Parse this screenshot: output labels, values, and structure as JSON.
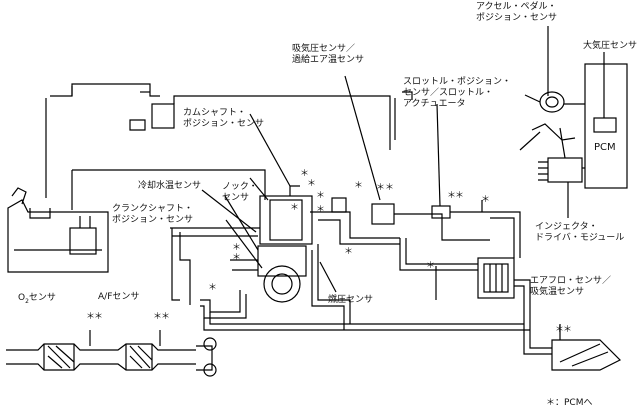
{
  "labels": {
    "accelerator_sensor": [
      "アクセル・ペダル・",
      "ポジション・センサ"
    ],
    "baro_sensor": "大気圧センサ",
    "pcm": "PCM",
    "map_sensor": [
      "吸気圧センサ／",
      "過給エア温センサ"
    ],
    "throttle_sensor": [
      "スロットル・ポジション・",
      "センサ／スロットル・",
      "アクチュエータ"
    ],
    "camshaft_sensor": [
      "カムシャフト・",
      "ポジション・センサ"
    ],
    "coolant_sensor": "冷却水温センサ",
    "knock_sensor": [
      "ノック・",
      "センサ"
    ],
    "crankshaft_sensor": [
      "クランクシャフト・",
      "ポジション・センサ"
    ],
    "injector_driver": [
      "インジェクタ・",
      "ドライバ・モジュール"
    ],
    "fuel_pressure_sensor": "燃圧センサ",
    "o2_sensor_prefix": "O",
    "o2_sensor_sub": "2",
    "o2_sensor_suffix": "センサ",
    "af_sensor": "A/Fセンサ",
    "airflow_sensor": [
      "エアフロ・センサ／",
      "吸気温センサ"
    ],
    "asterisk": "＊",
    "footnote": "＊：PCMへ"
  }
}
